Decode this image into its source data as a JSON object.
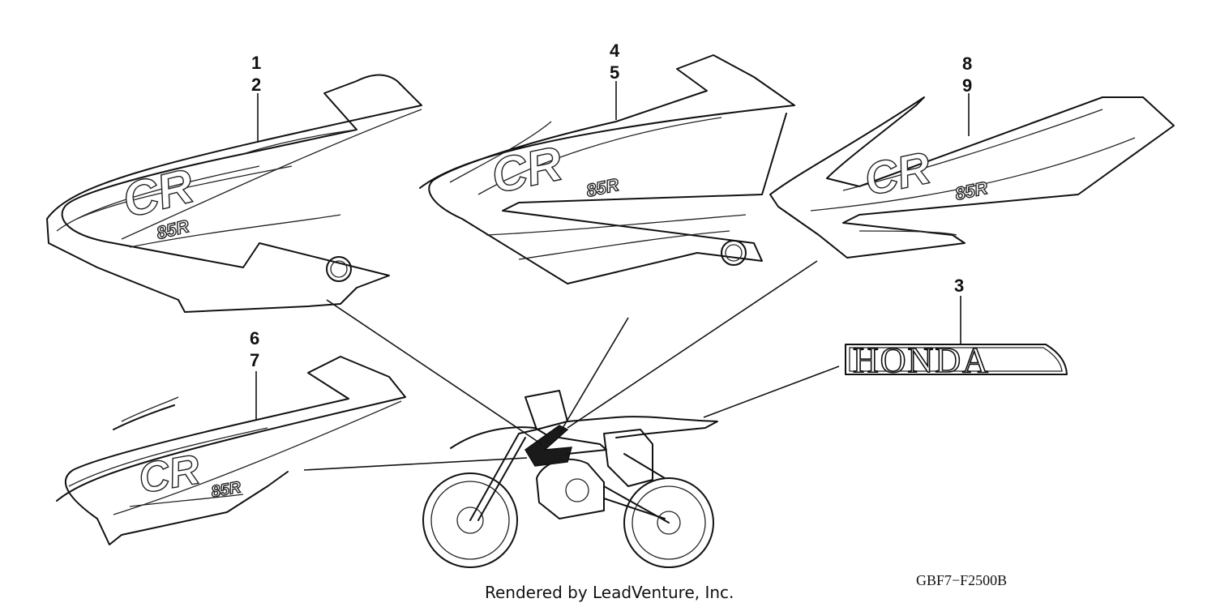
{
  "callouts": [
    {
      "id": "c1",
      "label": "1"
    },
    {
      "id": "c2",
      "label": "2"
    },
    {
      "id": "c3",
      "label": "3"
    },
    {
      "id": "c4",
      "label": "4"
    },
    {
      "id": "c5",
      "label": "5"
    },
    {
      "id": "c6",
      "label": "6"
    },
    {
      "id": "c7",
      "label": "7"
    },
    {
      "id": "c8",
      "label": "8"
    },
    {
      "id": "c9",
      "label": "9"
    }
  ],
  "emblems": {
    "model": "CR",
    "submodel": "85R",
    "brand": "HONDA"
  },
  "diagram_code": "GBF7−F2500B",
  "credit": "Rendered by LeadVenture, Inc."
}
